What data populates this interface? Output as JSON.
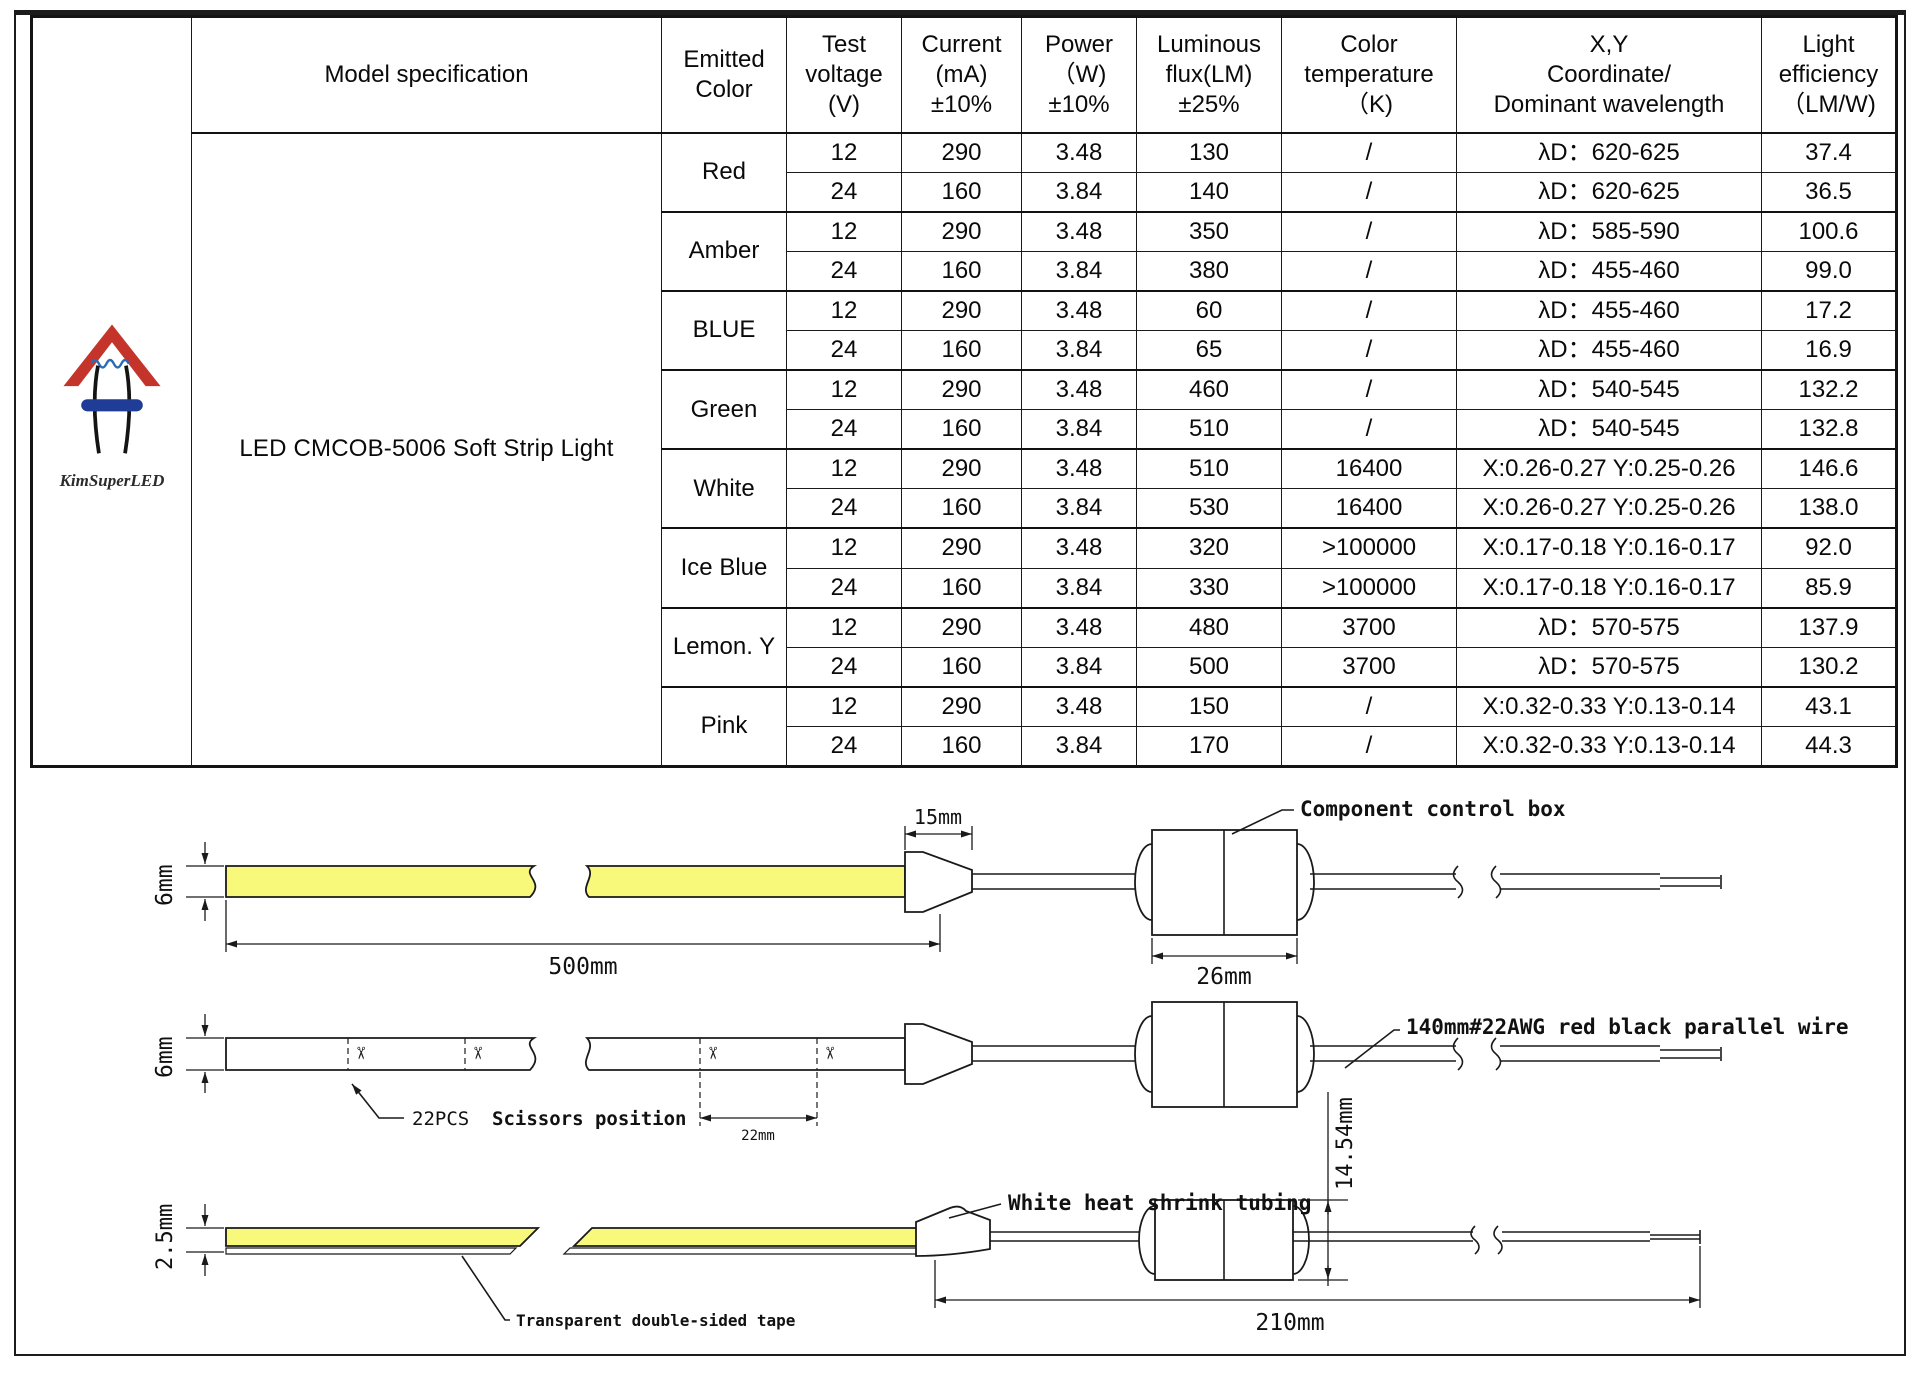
{
  "logo": {
    "brand": "KimSuperLED",
    "roof_color": "#c4342a",
    "wave_color": "#2a6bb5",
    "leg_color": "#141414",
    "bar_color": "#1f3d96"
  },
  "table": {
    "model_header": "Model specification",
    "model_name": "LED CMCOB-5006 Soft Strip Light",
    "headers": {
      "emitted_color": [
        "Emitted",
        "Color"
      ],
      "test_voltage": [
        "Test",
        "voltage",
        "(V)"
      ],
      "current": [
        "Current",
        "(mA)",
        "±10%"
      ],
      "power": [
        "Power",
        "（W)",
        "±10%"
      ],
      "flux": [
        "Luminous",
        "flux(LM)",
        "±25%"
      ],
      "temp": [
        "Color",
        "temperature",
        "（K)"
      ],
      "xy": [
        "X,Y",
        "Coordinate/",
        "Dominant wavelength"
      ],
      "eff": [
        "Light",
        "efficiency",
        "（LM/W)"
      ]
    },
    "groups": [
      {
        "color": "Red",
        "rows": [
          [
            "12",
            "290",
            "3.48",
            "130",
            "/",
            "λD：620-625",
            "37.4"
          ],
          [
            "24",
            "160",
            "3.84",
            "140",
            "/",
            "λD：620-625",
            "36.5"
          ]
        ]
      },
      {
        "color": "Amber",
        "rows": [
          [
            "12",
            "290",
            "3.48",
            "350",
            "/",
            "λD：585-590",
            "100.6"
          ],
          [
            "24",
            "160",
            "3.84",
            "380",
            "/",
            "λD：455-460",
            "99.0"
          ]
        ]
      },
      {
        "color": "BLUE",
        "rows": [
          [
            "12",
            "290",
            "3.48",
            "60",
            "/",
            "λD：455-460",
            "17.2"
          ],
          [
            "24",
            "160",
            "3.84",
            "65",
            "/",
            "λD：455-460",
            "16.9"
          ]
        ]
      },
      {
        "color": "Green",
        "rows": [
          [
            "12",
            "290",
            "3.48",
            "460",
            "/",
            "λD：540-545",
            "132.2"
          ],
          [
            "24",
            "160",
            "3.84",
            "510",
            "/",
            "λD：540-545",
            "132.8"
          ]
        ]
      },
      {
        "color": "White",
        "rows": [
          [
            "12",
            "290",
            "3.48",
            "510",
            "16400",
            "X:0.26-0.27 Y:0.25-0.26",
            "146.6"
          ],
          [
            "24",
            "160",
            "3.84",
            "530",
            "16400",
            "X:0.26-0.27 Y:0.25-0.26",
            "138.0"
          ]
        ]
      },
      {
        "color": "Ice Blue",
        "rows": [
          [
            "12",
            "290",
            "3.48",
            "320",
            ">100000",
            "X:0.17-0.18 Y:0.16-0.17",
            "92.0"
          ],
          [
            "24",
            "160",
            "3.84",
            "330",
            ">100000",
            "X:0.17-0.18 Y:0.16-0.17",
            "85.9"
          ]
        ]
      },
      {
        "color": "Lemon. Y",
        "rows": [
          [
            "12",
            "290",
            "3.48",
            "480",
            "3700",
            "λD：570-575",
            "137.9"
          ],
          [
            "24",
            "160",
            "3.84",
            "500",
            "3700",
            "λD：570-575",
            "130.2"
          ]
        ]
      },
      {
        "color": "Pink",
        "rows": [
          [
            "12",
            "290",
            "3.48",
            "150",
            "/",
            "X:0.32-0.33 Y:0.13-0.14",
            "43.1"
          ],
          [
            "24",
            "160",
            "3.84",
            "170",
            "/",
            "X:0.32-0.33 Y:0.13-0.14",
            "44.3"
          ]
        ]
      }
    ]
  },
  "diagrams": {
    "strip_color": "#f8f87a",
    "scissors_glyph": "✂",
    "labels": {
      "control_box": "Component control box",
      "parallel_wire": "140mm#22AWG red black parallel wire",
      "scissors_count": "22PCS",
      "scissors_text": "Scissors position",
      "heat_shrink": "White heat shrink tubing",
      "tape": "Transparent double-sided tape"
    },
    "dims": {
      "strip_width_top": "6mm",
      "strip_width_mid": "6mm",
      "strip_thickness": "2.5mm",
      "connector_length": "15mm",
      "strip_length": "500mm",
      "box_length": "26mm",
      "cut_spacing": "22mm",
      "box_height": "14.54mm",
      "tail_length": "210mm"
    }
  }
}
